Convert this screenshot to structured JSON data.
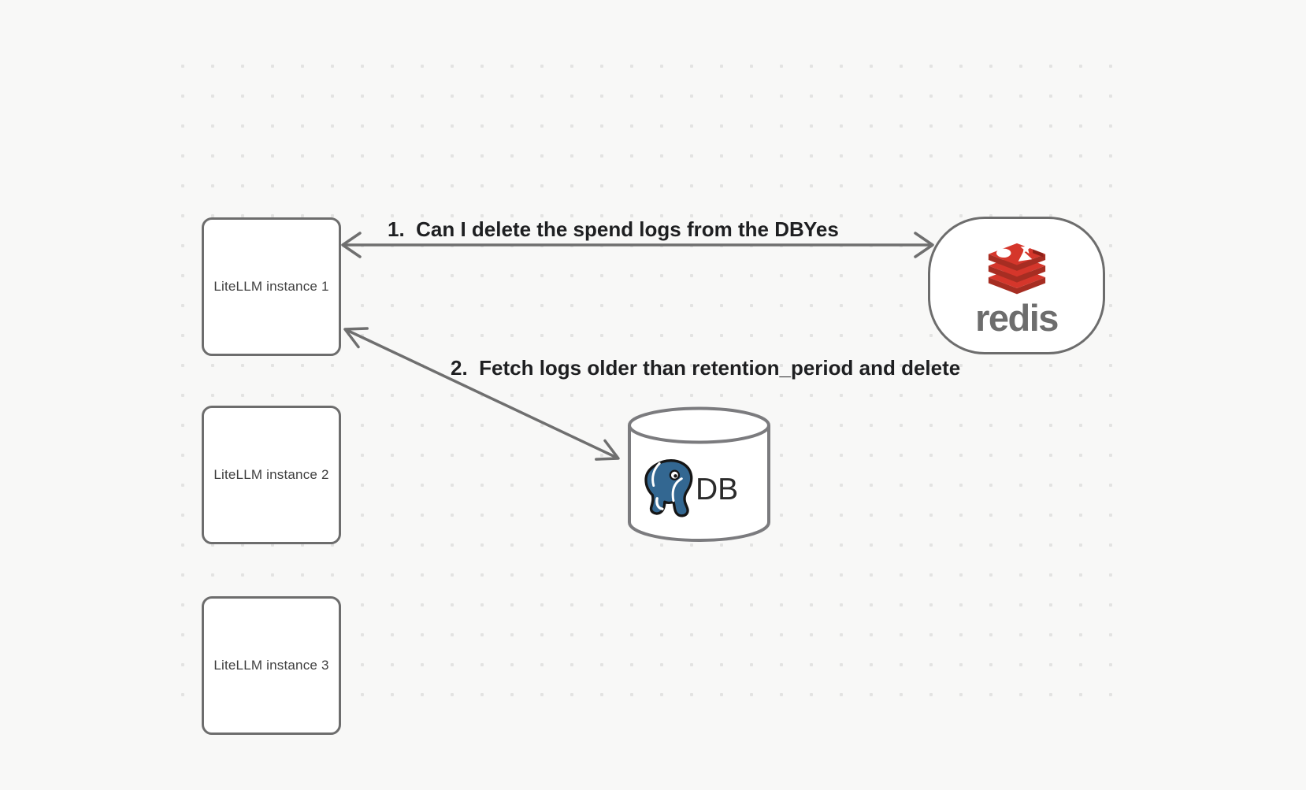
{
  "diagram": {
    "background_color": "#f8f8f7",
    "grid_dot_color": "#e3e3e2",
    "stroke_color": "#6f6f6f",
    "label_text_color": "#1e1f21",
    "nodes": {
      "instances": [
        {
          "label": "LiteLLM instance 1"
        },
        {
          "label": "LiteLLM instance 2"
        },
        {
          "label": "LiteLLM instance 3"
        }
      ],
      "redis": {
        "wordmark": "redis",
        "logo_red": "#d5362b",
        "logo_dark_red": "#a62d22",
        "wordmark_color": "#6d6d6d"
      },
      "db": {
        "label": "DB",
        "postgres_blue": "#336791"
      }
    },
    "arrows": [
      {
        "label": "1.  Can I delete the spend logs from the DB",
        "response": "Yes",
        "from": "LiteLLM instance 1",
        "to": "redis",
        "bidirectional": true
      },
      {
        "label": "2.  Fetch logs older than retention_period and delete",
        "from": "LiteLLM instance 1",
        "to": "DB",
        "bidirectional": true
      }
    ]
  }
}
